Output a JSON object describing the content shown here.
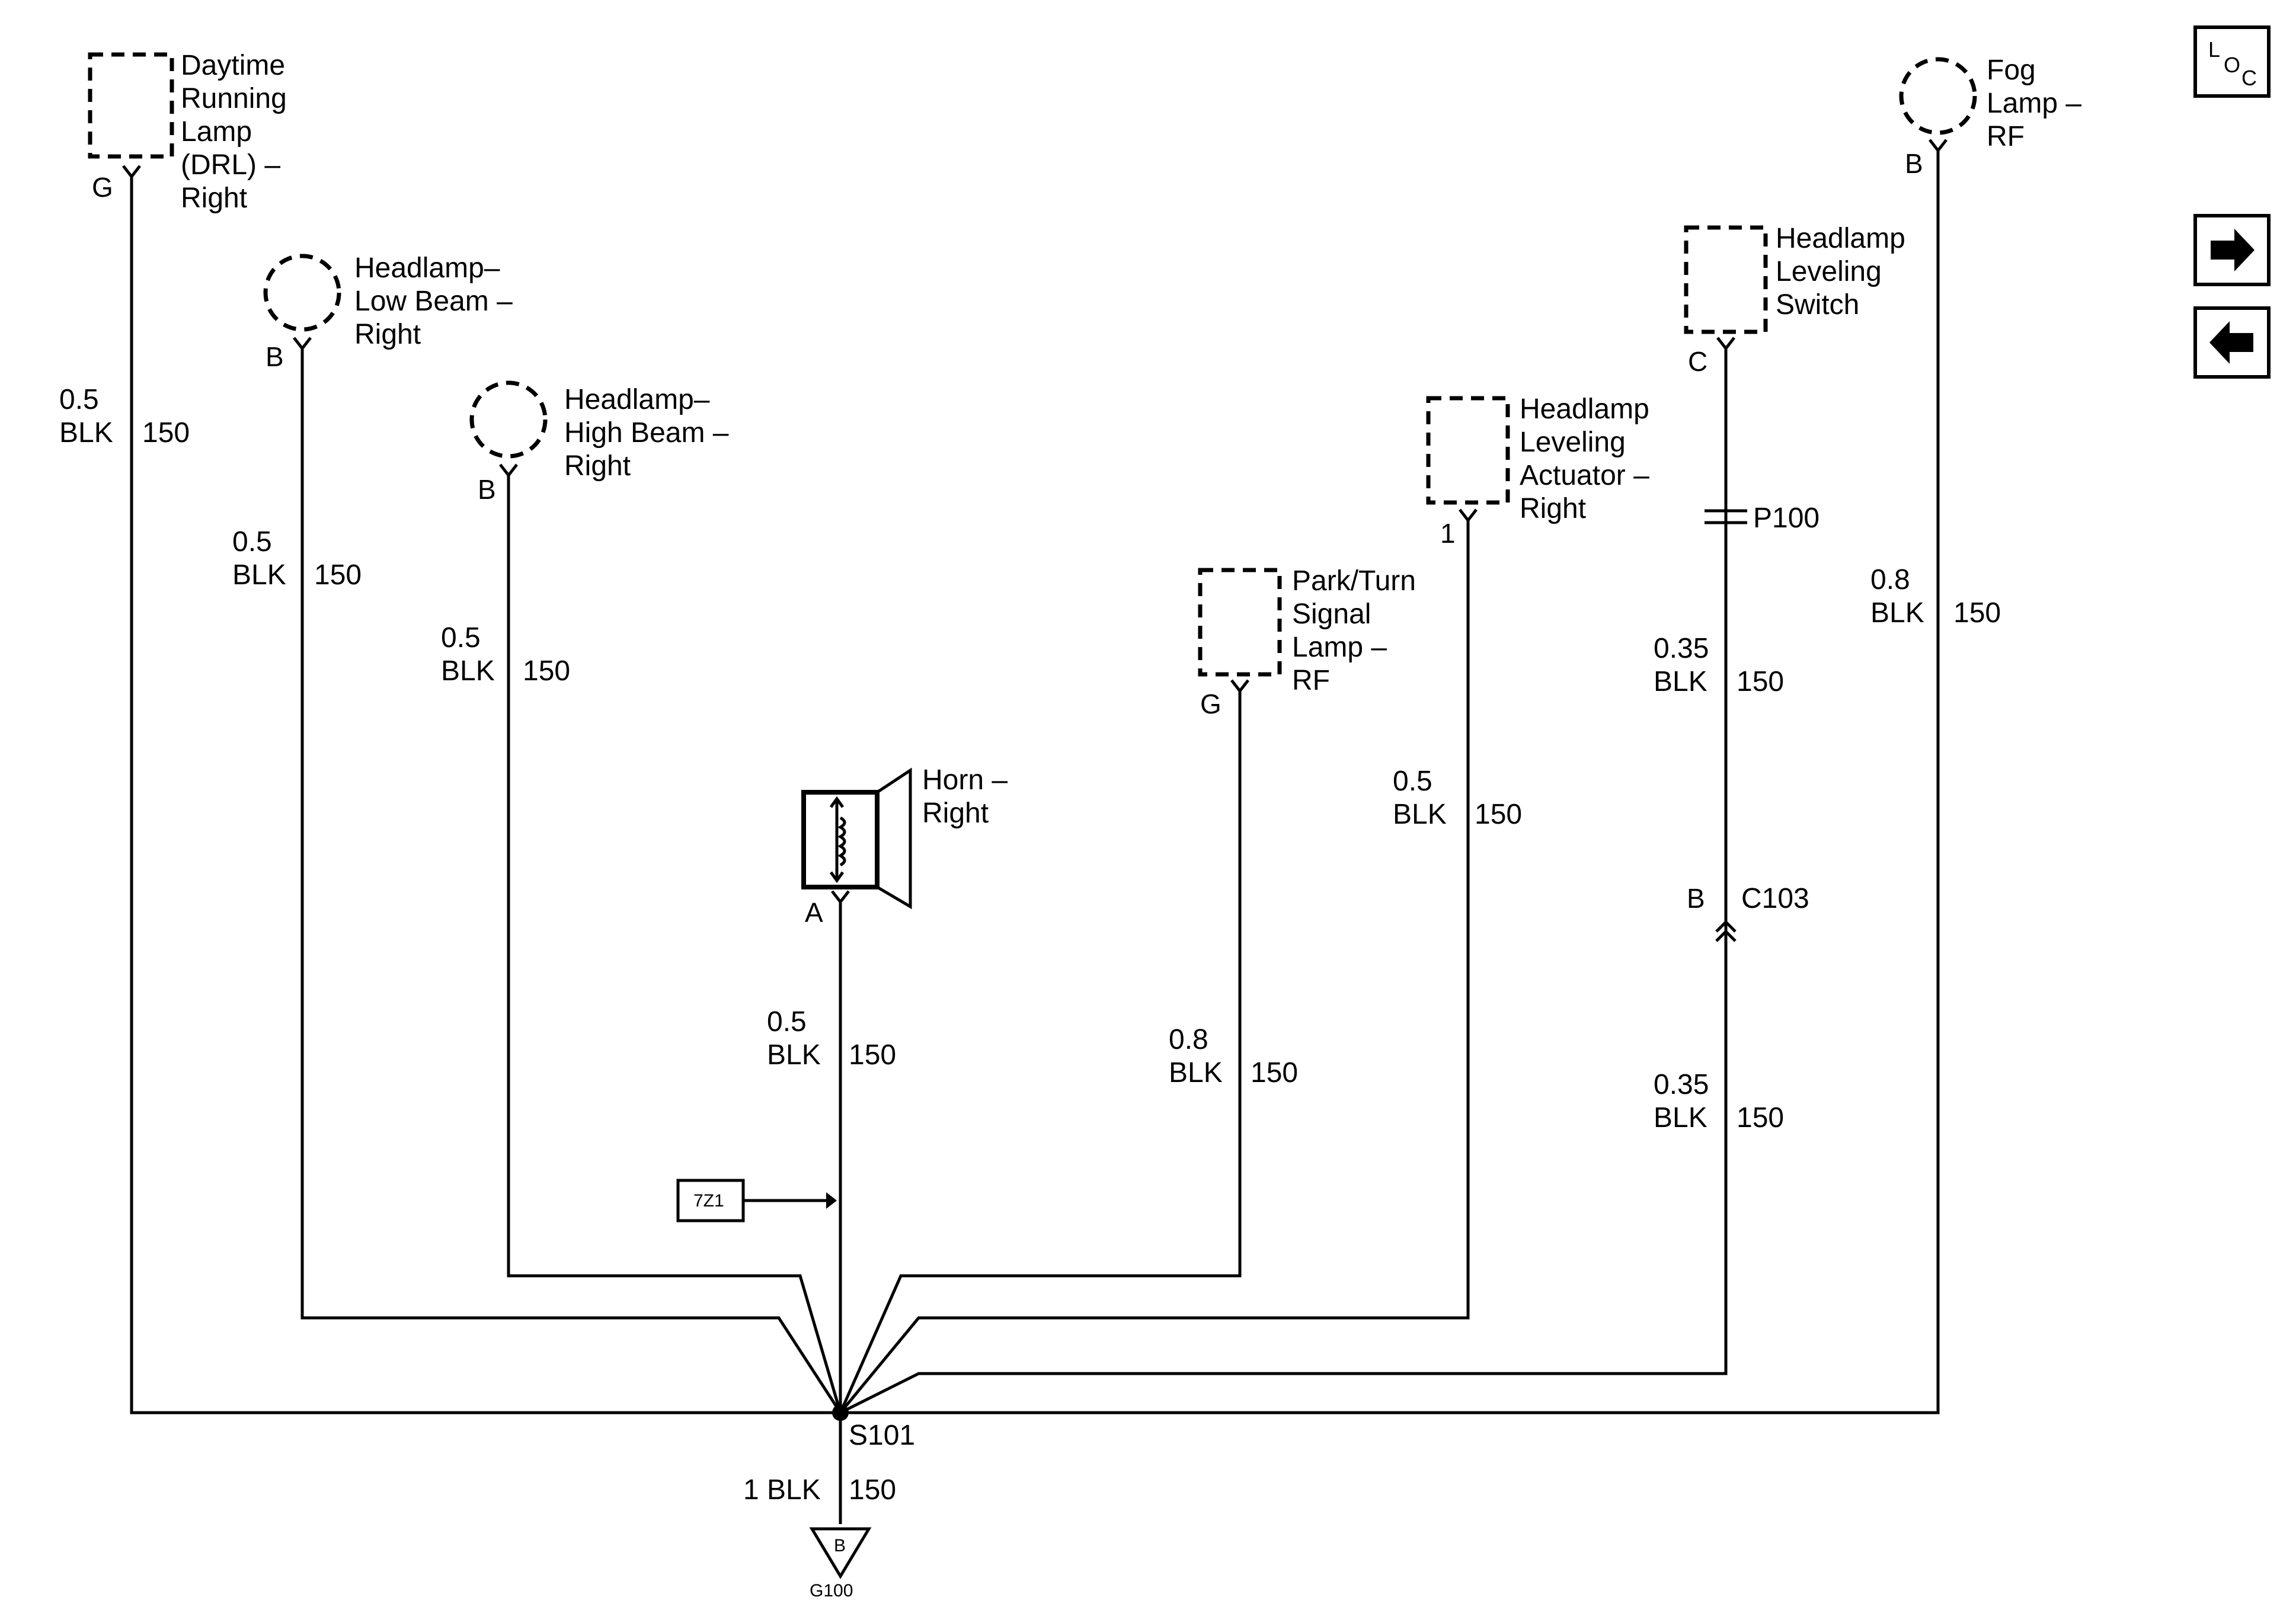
{
  "components": {
    "drl": {
      "lines": [
        "Daytime",
        "Running",
        "Lamp",
        "(DRL) –",
        "Right"
      ],
      "pin": "G"
    },
    "low_beam": {
      "lines": [
        "Headlamp–",
        "Low Beam –",
        "Right"
      ],
      "pin": "B"
    },
    "high_beam": {
      "lines": [
        "Headlamp–",
        "High Beam –",
        "Right"
      ],
      "pin": "B"
    },
    "horn": {
      "lines": [
        "Horn –",
        "Right"
      ],
      "pin": "A"
    },
    "park_turn": {
      "lines": [
        "Park/Turn",
        "Signal",
        "Lamp –",
        "RF"
      ],
      "pin": "G"
    },
    "leveling_actuator": {
      "lines": [
        "Headlamp",
        "Leveling",
        "Actuator –",
        "Right"
      ],
      "pin": "1"
    },
    "leveling_switch": {
      "lines": [
        "Headlamp",
        "Leveling",
        "Switch"
      ],
      "pin": "C"
    },
    "fog_lamp": {
      "lines": [
        "Fog",
        "Lamp –",
        "RF"
      ],
      "pin": "B"
    }
  },
  "wires": {
    "drl": {
      "size": "0.5",
      "color": "BLK",
      "circuit": "150"
    },
    "low_beam": {
      "size": "0.5",
      "color": "BLK",
      "circuit": "150"
    },
    "high_beam": {
      "size": "0.5",
      "color": "BLK",
      "circuit": "150"
    },
    "horn": {
      "size": "0.5",
      "color": "BLK",
      "circuit": "150"
    },
    "park_turn": {
      "size": "0.8",
      "color": "BLK",
      "circuit": "150"
    },
    "actuator": {
      "size": "0.5",
      "color": "BLK",
      "circuit": "150"
    },
    "switch_upper": {
      "size": "0.35",
      "color": "BLK",
      "circuit": "150"
    },
    "switch_lower": {
      "size": "0.35",
      "color": "BLK",
      "circuit": "150"
    },
    "fog": {
      "size": "0.8",
      "color": "BLK",
      "circuit": "150"
    },
    "ground": {
      "size_color": "1 BLK",
      "circuit": "150"
    }
  },
  "connectors": {
    "p100": "P100",
    "c103_pin": "B",
    "c103": "C103"
  },
  "splice": "S101",
  "ground": {
    "pin": "B",
    "name": "G100"
  },
  "option_box": "7Z1",
  "nav": {
    "loc_l": "L",
    "loc_o": "O",
    "loc_c": "C",
    "next_icon": "right-arrow-icon",
    "prev_icon": "left-arrow-icon"
  }
}
